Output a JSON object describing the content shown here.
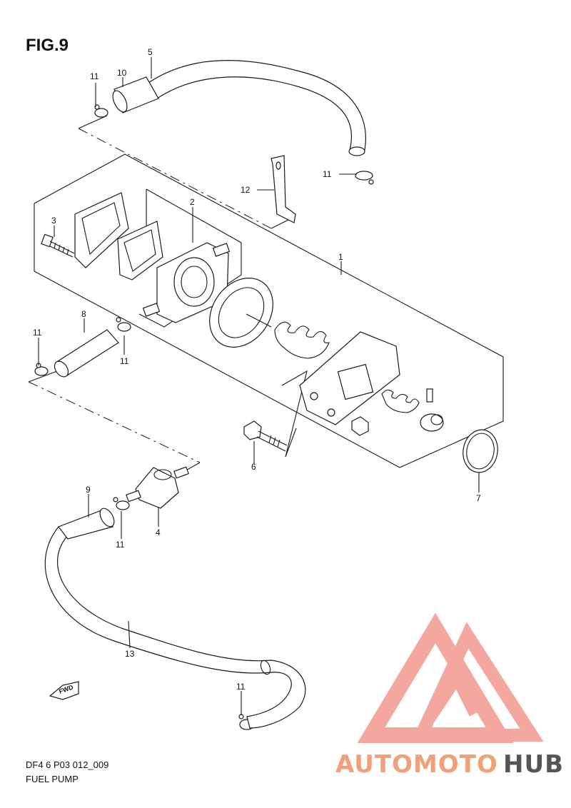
{
  "figure": {
    "title": "FIG.9",
    "code": "DF4 6 P03 012_009",
    "name": "FUEL PUMP",
    "direction_label": "FWD"
  },
  "part_refs": [
    {
      "id": "ref-1",
      "num": "1"
    },
    {
      "id": "ref-2",
      "num": "2"
    },
    {
      "id": "ref-3",
      "num": "3"
    },
    {
      "id": "ref-4",
      "num": "4"
    },
    {
      "id": "ref-5",
      "num": "5"
    },
    {
      "id": "ref-6",
      "num": "6"
    },
    {
      "id": "ref-7",
      "num": "7"
    },
    {
      "id": "ref-8",
      "num": "8"
    },
    {
      "id": "ref-9",
      "num": "9"
    },
    {
      "id": "ref-10",
      "num": "10"
    },
    {
      "id": "ref-11a",
      "num": "11"
    },
    {
      "id": "ref-11b",
      "num": "11"
    },
    {
      "id": "ref-11c",
      "num": "11"
    },
    {
      "id": "ref-11d",
      "num": "11"
    },
    {
      "id": "ref-11e",
      "num": "11"
    },
    {
      "id": "ref-11f",
      "num": "11"
    },
    {
      "id": "ref-12",
      "num": "12"
    },
    {
      "id": "ref-13",
      "num": "13"
    }
  ],
  "watermark": {
    "word_1": "AUTOMOTO",
    "word_2": "HUB",
    "color_primary": "#f2a07a",
    "color_secondary": "#555555",
    "color_triangle": "#f08a80"
  }
}
